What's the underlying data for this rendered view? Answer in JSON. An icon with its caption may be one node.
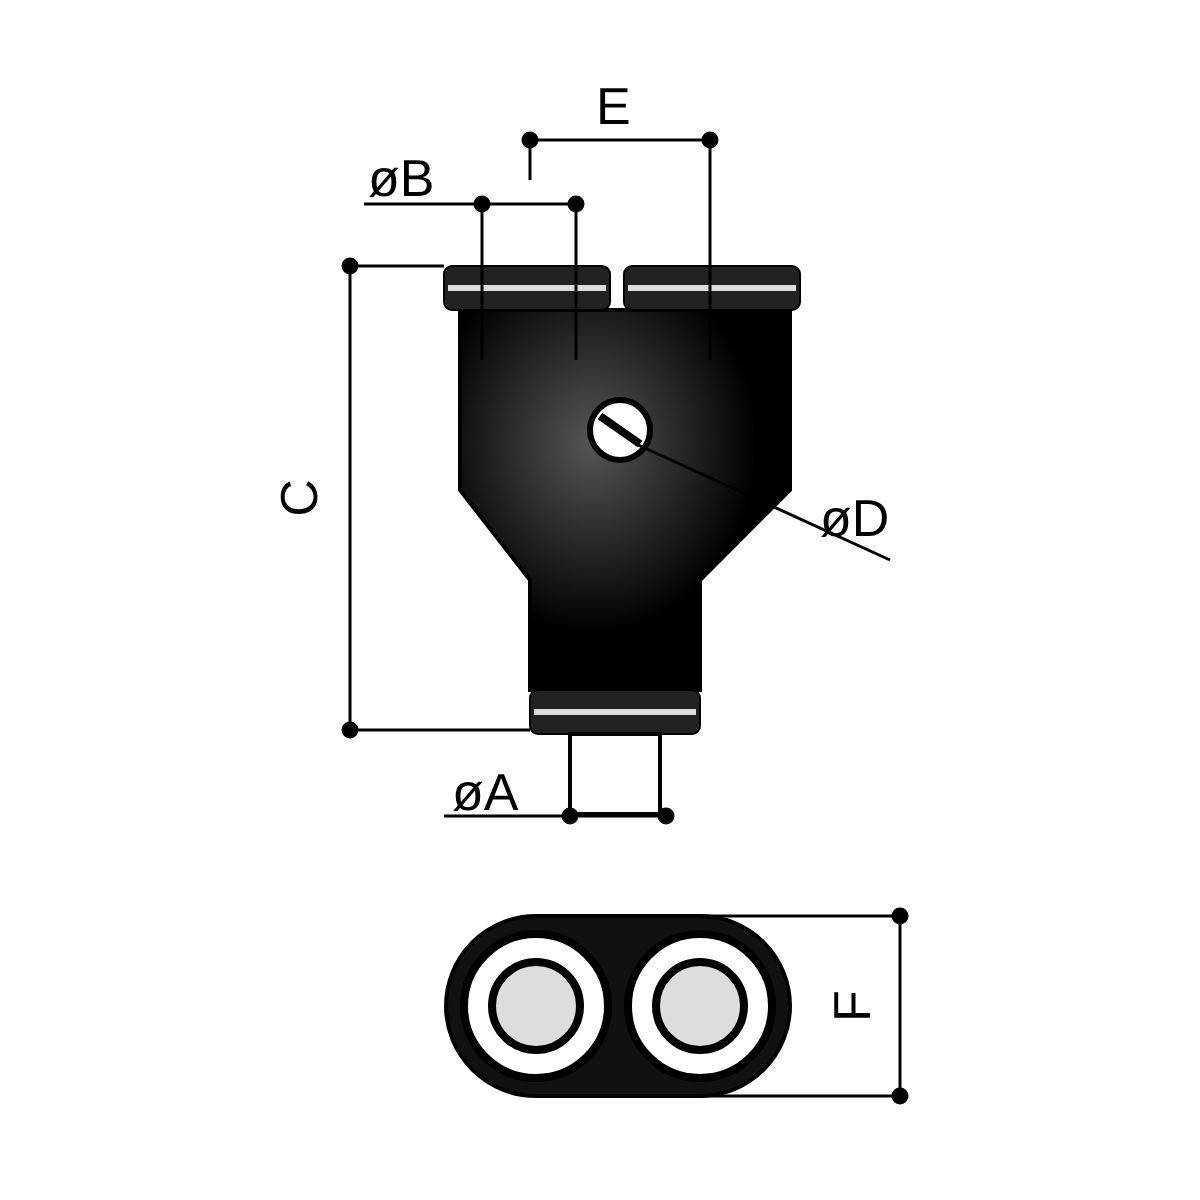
{
  "diagram": {
    "labels": [
      "E",
      "øB",
      "C",
      "øD",
      "øA",
      "F"
    ]
  }
}
